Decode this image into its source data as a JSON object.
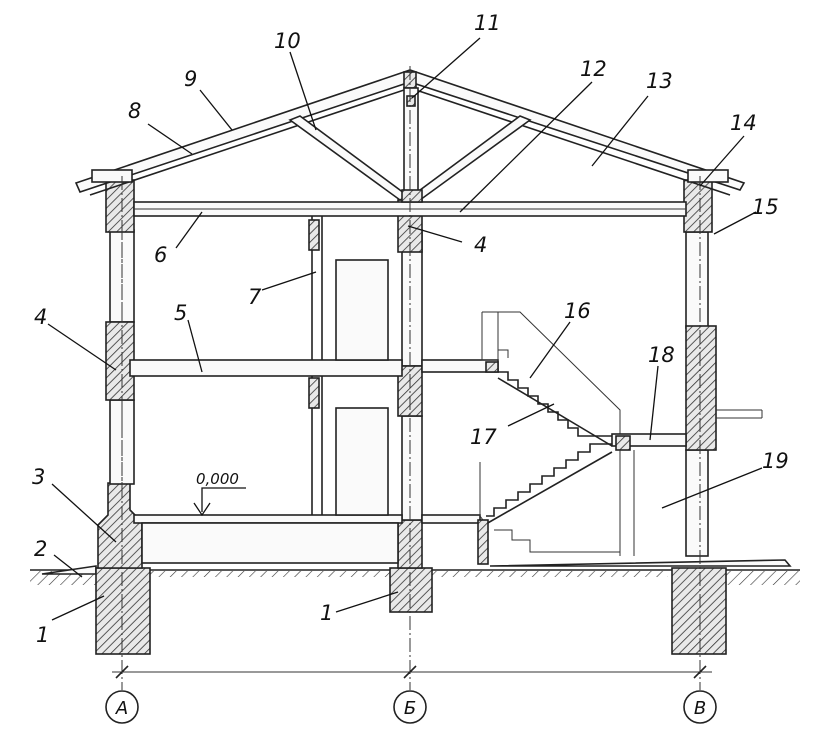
{
  "callouts": [
    {
      "id": "c1a",
      "text": "1"
    },
    {
      "id": "c1b",
      "text": "1"
    },
    {
      "id": "c2",
      "text": "2"
    },
    {
      "id": "c3",
      "text": "3"
    },
    {
      "id": "c4a",
      "text": "4"
    },
    {
      "id": "c4b",
      "text": "4"
    },
    {
      "id": "c5",
      "text": "5"
    },
    {
      "id": "c6",
      "text": "6"
    },
    {
      "id": "c7",
      "text": "7"
    },
    {
      "id": "c8",
      "text": "8"
    },
    {
      "id": "c9",
      "text": "9"
    },
    {
      "id": "c10",
      "text": "10"
    },
    {
      "id": "c11",
      "text": "11"
    },
    {
      "id": "c12",
      "text": "12"
    },
    {
      "id": "c13",
      "text": "13"
    },
    {
      "id": "c14",
      "text": "14"
    },
    {
      "id": "c15",
      "text": "15"
    },
    {
      "id": "c16",
      "text": "16"
    },
    {
      "id": "c17",
      "text": "17"
    },
    {
      "id": "c18",
      "text": "18"
    },
    {
      "id": "c19",
      "text": "19"
    }
  ],
  "axes": {
    "a": "А",
    "b": "Б",
    "v": "В"
  },
  "level_mark": "0,000"
}
